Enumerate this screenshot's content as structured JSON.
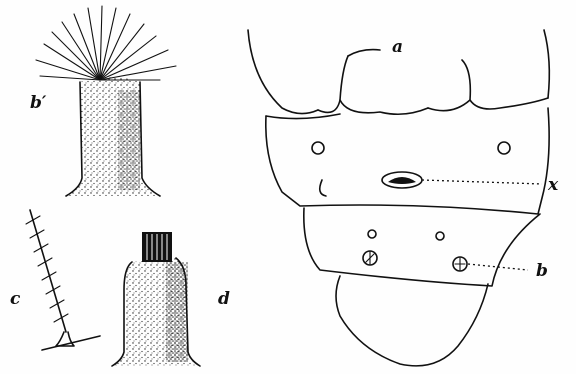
{
  "figure": {
    "labels": {
      "a": "a",
      "b": "b",
      "b_prime": "b′",
      "c": "c",
      "d": "d",
      "x": "x"
    }
  }
}
